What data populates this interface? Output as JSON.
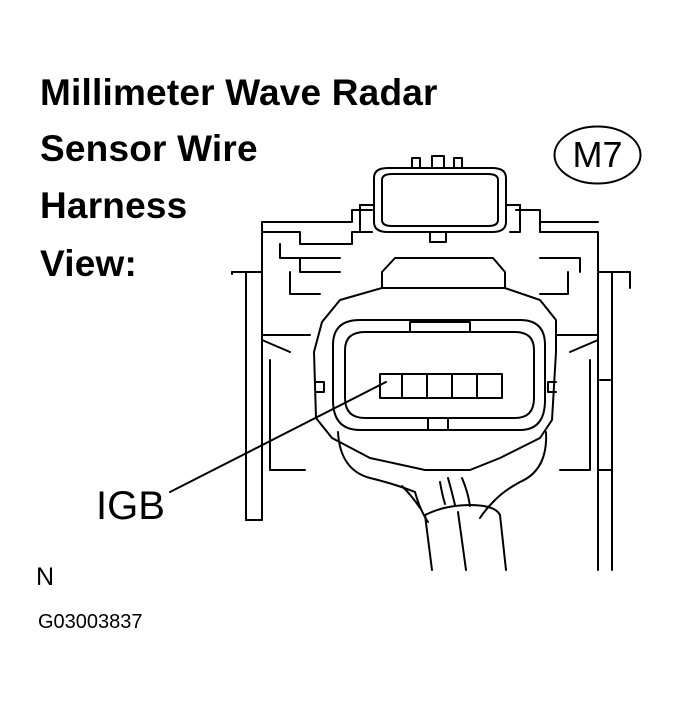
{
  "title": {
    "line1": "Millimeter Wave Radar",
    "line2": "Sensor Wire",
    "line3": "Harness",
    "line4": "View:"
  },
  "connector_code": "M7",
  "terminal_label": "IGB",
  "orientation_mark": "N",
  "figure_id": "G03003837"
}
